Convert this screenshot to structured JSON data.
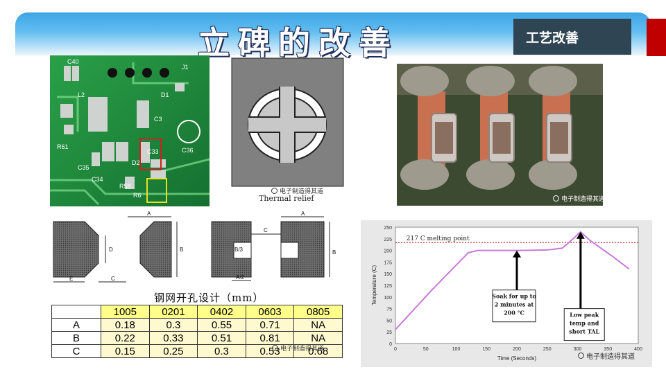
{
  "slide": {
    "title": "立碑的改善",
    "badge": "工艺改善"
  },
  "images": {
    "pcb_photo": {
      "labels": [
        "C40",
        "L2",
        "D1",
        "C3",
        "C36",
        "R61",
        "C35",
        "C34",
        "C33",
        "D2",
        "R58",
        "R6",
        "J1"
      ]
    },
    "thermal_relief": {
      "caption": "Thermal relief",
      "watermark": "电子制造得其道"
    },
    "solder_photo": {
      "watermark": "电子制造得其道"
    }
  },
  "stencil_diagram": {
    "labels": {
      "A": "A",
      "B": "B",
      "C": "C",
      "D": "D",
      "E": "E",
      "B3": "B/3",
      "A2": "A/2"
    },
    "table_title": "钢网开孔设计（mm）",
    "columns": [
      "",
      "1005",
      "0201",
      "0402",
      "0603",
      "0805"
    ],
    "rows": [
      {
        "label": "A",
        "values": [
          "0.18",
          "0.3",
          "0.55",
          "0.71",
          "NA"
        ]
      },
      {
        "label": "B",
        "values": [
          "0.22",
          "0.33",
          "0.51",
          "0.81",
          "NA"
        ]
      },
      {
        "label": "C",
        "values": [
          "0.15",
          "0.25",
          "0.3",
          "0.53",
          "0.68"
        ]
      }
    ],
    "watermark": "电子制造得其道"
  },
  "chart_data": {
    "type": "line",
    "title": "",
    "xlabel": "Time (Seconds)",
    "ylabel": "Temperature (C)",
    "xlim": [
      0,
      400
    ],
    "ylim": [
      0,
      250
    ],
    "xticks": [
      0,
      50,
      100,
      150,
      200,
      250,
      300,
      350,
      400
    ],
    "yticks": [
      0,
      25,
      50,
      75,
      100,
      125,
      150,
      175,
      200,
      225,
      250
    ],
    "series": [
      {
        "name": "",
        "x": [
          0,
          60,
          120,
          135,
          150,
          200,
          250,
          275,
          290,
          305,
          320,
          360,
          385
        ],
        "y": [
          30,
          115,
          195,
          200,
          200,
          200,
          201,
          205,
          222,
          240,
          222,
          185,
          160
        ]
      }
    ],
    "reference_line": {
      "y": 217,
      "label": "217 C melting point",
      "color": "#c00000"
    },
    "annotations": [
      {
        "text": [
          "Soak for up to",
          "2 minutes at",
          "200 °C"
        ],
        "arrow_x": 200,
        "arrow_y": 200
      },
      {
        "text": [
          "Low peak",
          "temp and",
          "short TAL"
        ],
        "arrow_x": 305,
        "arrow_y": 240
      }
    ],
    "line_color": "#c87ad8",
    "watermark": "电子制造得其道"
  }
}
